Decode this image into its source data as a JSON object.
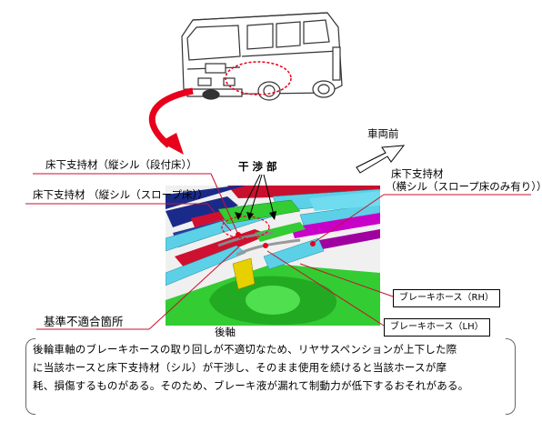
{
  "labels": {
    "front": "車両前",
    "interference": "干 渉 部",
    "vertical_sill_step": "床下支持材（縦シル（段付床））",
    "vertical_sill_slope": "床下支持材 （縦シル（スロープ床））",
    "lateral_sill": "床下支持材（",
    "lateral_sill_line2": "（横シル（スロープ床のみ有り））",
    "brake_hose_rh": "ブレーキホース（RH）",
    "brake_hose_lh": "ブレーキホース（LH）",
    "nonconforming": "基準不適合箇所",
    "rear_axle": "後軸"
  },
  "description": {
    "line1": "後輪車軸のブレーキホースの取り回しが不適切なため、リヤサスペンションが上下した際",
    "line2": "に当該ホースと床下支持材（シル）が干渉し、そのまま使用を続けると当該ホースが摩",
    "line3": "耗、損傷するものがある。そのため、ブレーキ液が漏れて制動力が低下するおそれがある。"
  },
  "colors": {
    "callout_red": "#e8001c",
    "leader_red": "#c8102e",
    "frame_cyan": "#5bd0e6",
    "frame_magenta": "#c800c8",
    "axle_green": "#33cc33",
    "sill_red": "#d01030",
    "hose_yellow": "#e6d000",
    "navy_frame": "#1a2a8a"
  }
}
